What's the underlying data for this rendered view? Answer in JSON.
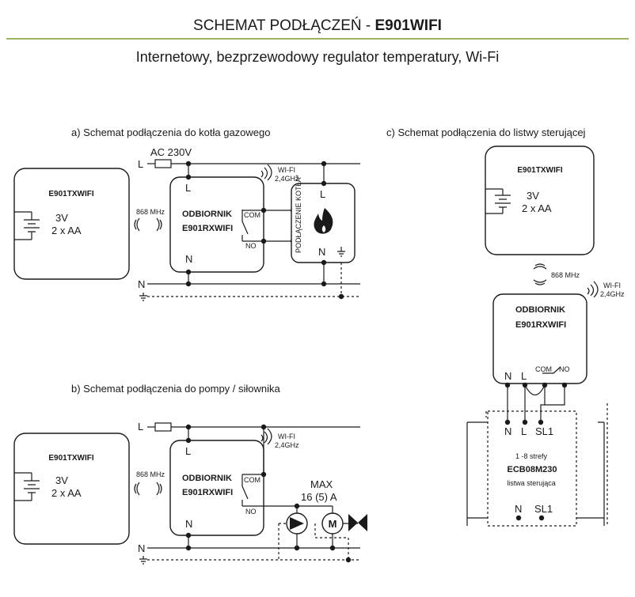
{
  "header": {
    "title_prefix": "SCHEMAT PODŁĄCZEŃ - ",
    "title_model": "E901WIFI",
    "subtitle": "Internetowy, bezprzewodowy regulator temperatury, Wi-Fi",
    "accent_color": "#7a9a2a"
  },
  "section_a": {
    "title": "a) Schemat podłączenia do kotła gazowego",
    "supply": "AC 230V",
    "line_l": "L",
    "line_n": "N",
    "transmitter": {
      "name": "E901TXWIFI",
      "battery": "3V",
      "battery_count": "2 x AA"
    },
    "freq": "868 MHz",
    "wifi": "WI-FI",
    "wifi_band": "2,4GHz",
    "receiver": {
      "name1": "ODBIORNIK",
      "name2": "E901RXWIFI",
      "l": "L",
      "n": "N",
      "com": "COM",
      "no": "NO"
    },
    "boiler": {
      "label": "PODŁĄCZENIE KOTŁA*",
      "l": "L",
      "n": "N",
      "icon": "flame-icon"
    }
  },
  "section_b": {
    "title": "b) Schemat podłączenia do pompy / siłownika",
    "line_l": "L",
    "line_n": "N",
    "transmitter": {
      "name": "E901TXWIFI",
      "battery": "3V",
      "battery_count": "2 x AA"
    },
    "freq": "868 MHz",
    "wifi": "WI-FI",
    "wifi_band": "2,4GHz",
    "receiver": {
      "name1": "ODBIORNIK",
      "name2": "E901RXWIFI",
      "l": "L",
      "n": "N",
      "com": "COM",
      "no": "NO"
    },
    "max_label": "MAX",
    "max_value": "16 (5) A",
    "motor": "M",
    "icons": [
      "pump-icon",
      "motor-icon",
      "valve-icon"
    ]
  },
  "section_c": {
    "title": "c) Schemat podłączenia do listwy sterującej",
    "transmitter": {
      "name": "E901TXWIFI",
      "battery": "3V",
      "battery_count": "2 x AA"
    },
    "freq": "868 MHz",
    "wifi": "WI-FI",
    "wifi_band": "2,4GHz",
    "receiver": {
      "name1": "ODBIORNIK",
      "name2": "E901RXWIFI",
      "n": "N",
      "l": "L",
      "com": "COM",
      "no": "NO"
    },
    "strip": {
      "zones": "1 -8 strefy",
      "name": "ECB08M230",
      "desc": "listwa sterująca",
      "n": "N",
      "l": "L",
      "sl1": "SL1",
      "n2": "N",
      "sl1_2": "SL1"
    }
  }
}
